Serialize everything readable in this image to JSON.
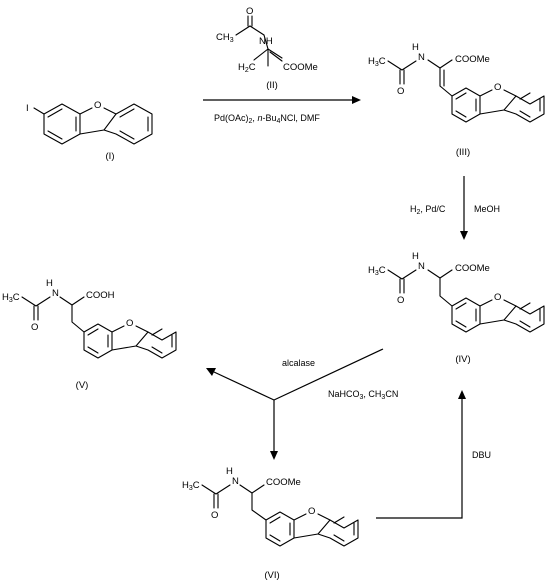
{
  "compounds": {
    "I": {
      "label": "(I)",
      "atoms": {
        "I": "I",
        "O": "O"
      }
    },
    "II": {
      "label": "(II)",
      "atoms": {
        "methyl": "CH",
        "methyl_sub": "3",
        "NH": "NH",
        "O": "O",
        "methylene": "H",
        "methylene_sub": "2",
        "methylene_C": "C",
        "ester": "COOMe"
      }
    },
    "III": {
      "label": "(III)",
      "atoms": {
        "methyl": "H",
        "methyl_sub": "3",
        "methyl_C": "C",
        "NH": "H",
        "N": "N",
        "O": "O",
        "ester": "COOMe",
        "ringO": "O"
      }
    },
    "IV": {
      "label": "(IV)",
      "atoms": {
        "methyl": "H",
        "methyl_sub": "3",
        "methyl_C": "C",
        "NH": "H",
        "N": "N",
        "O": "O",
        "ester": "COOMe",
        "ringO": "O"
      }
    },
    "V": {
      "label": "(V)",
      "atoms": {
        "methyl": "H",
        "methyl_sub": "3",
        "methyl_C": "C",
        "NH": "H",
        "N": "N",
        "O": "O",
        "acid": "COOH",
        "ringO": "O"
      }
    },
    "VI": {
      "label": "(VI)",
      "atoms": {
        "methyl": "H",
        "methyl_sub": "3",
        "methyl_C": "C",
        "NH": "H",
        "N": "N",
        "O": "O",
        "ester": "COOMe",
        "ringO": "O"
      }
    }
  },
  "conditions": {
    "step1": {
      "catalyst": "Pd(OAc)",
      "catalyst_sub": "2",
      "sep": ", ",
      "base_italic": "n",
      "base": "-Bu",
      "base_sub": "4",
      "base_tail": "NCl, DMF"
    },
    "step2": {
      "reagent": "H",
      "reagent_sub": "2",
      "reagent_tail": ", Pd/C",
      "solvent": "MeOH"
    },
    "step3": {
      "enzyme": "alcalase",
      "buffer": "NaHCO",
      "buffer_sub": "3",
      "buffer_mid": ", CH",
      "buffer_sub2": "3",
      "buffer_tail": "CN"
    },
    "step4": {
      "reagent": "DBU"
    }
  }
}
